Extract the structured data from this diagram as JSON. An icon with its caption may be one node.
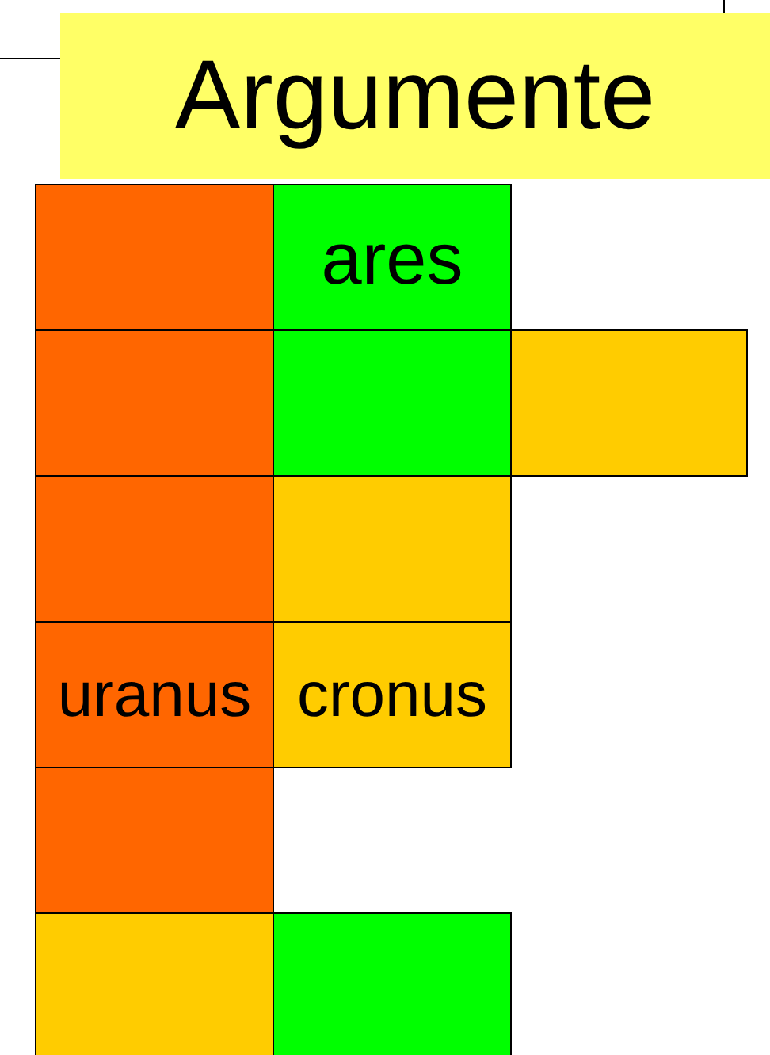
{
  "diagram": {
    "nodes": [
      {
        "text": [
          "Argumente"
        ]
      },
      {
        "text": [],
        "shape": "box"
      },
      {
        "text": [
          "ares"
        ]
      },
      {
        "text": [],
        "shape": "box"
      },
      {
        "text": [],
        "shape": "box"
      },
      {
        "text": [],
        "shape": "box"
      },
      {
        "text": [],
        "shape": "box"
      },
      {
        "text": [],
        "shape": "box"
      },
      {
        "text": [
          "uranus"
        ]
      },
      {
        "text": [
          "cronus"
        ]
      },
      {
        "text": [],
        "shape": "box"
      },
      {
        "text": [],
        "shape": "box"
      },
      {
        "text": [],
        "shape": "box"
      }
    ],
    "edges": []
  }
}
